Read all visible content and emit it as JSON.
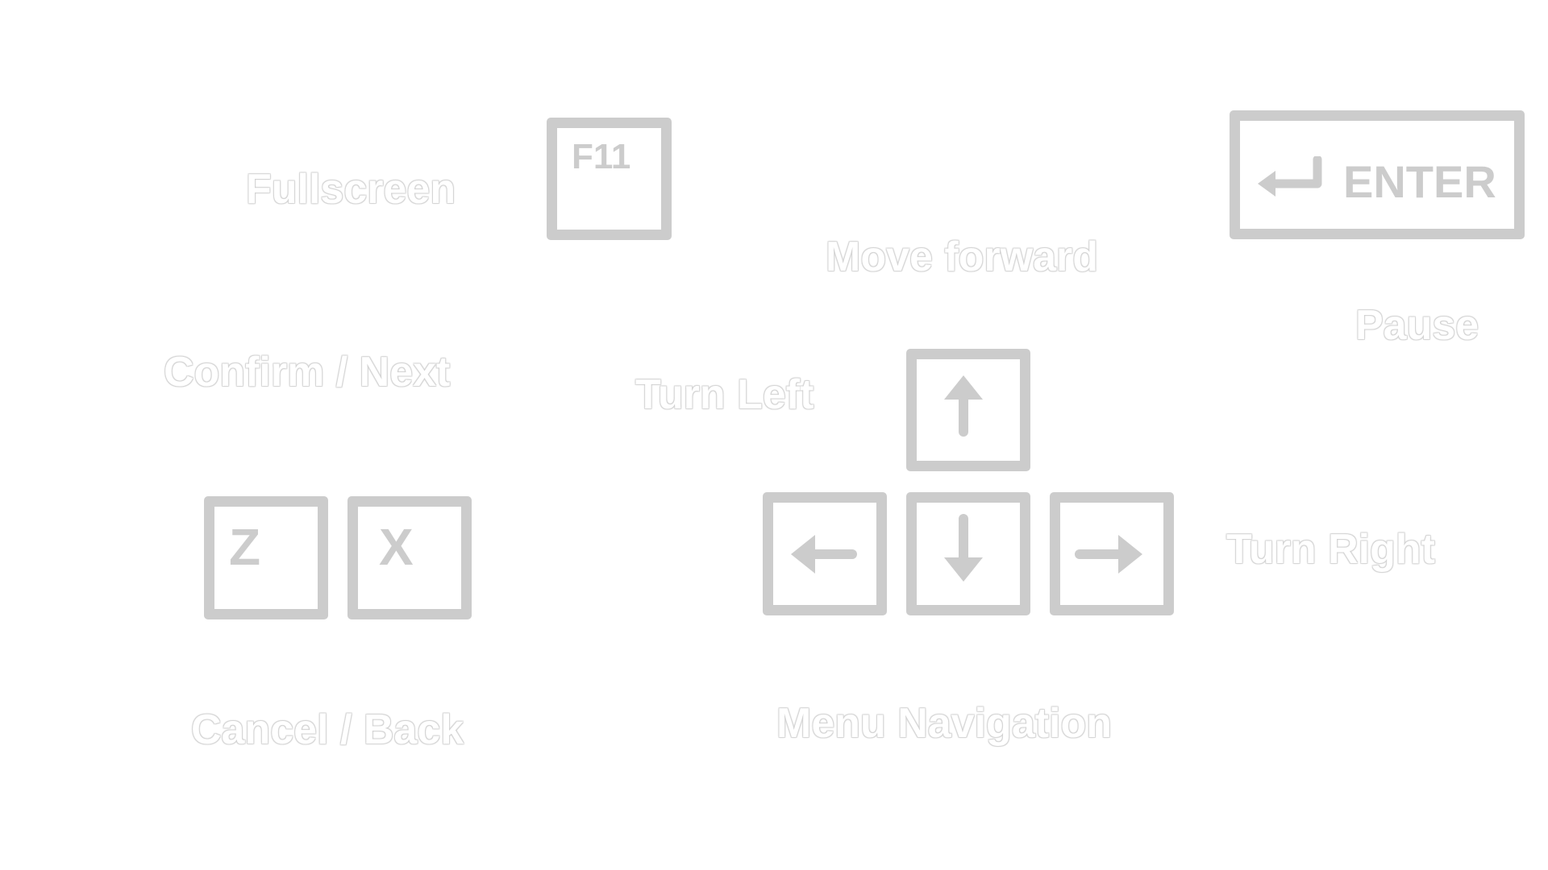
{
  "keys": {
    "f11": "F11",
    "enter": "ENTER",
    "z": "Z",
    "x": "X"
  },
  "icons": {
    "up": "arrow-up-icon",
    "down": "arrow-down-icon",
    "left": "arrow-left-icon",
    "right": "arrow-right-icon",
    "enter": "return-arrow-icon"
  },
  "labels": {
    "fullscreen": "Fullscreen",
    "move_forward": "Move forward",
    "pause": "Pause",
    "confirm_next": "Confirm / Next",
    "turn_left": "Turn Left",
    "turn_right": "Turn Right",
    "cancel_back": "Cancel / Back",
    "menu_navigation": "Menu Navigation"
  },
  "colors": {
    "key_outline": "#cccccc",
    "label_fill": "#ffffff",
    "background": "#ffffff"
  }
}
